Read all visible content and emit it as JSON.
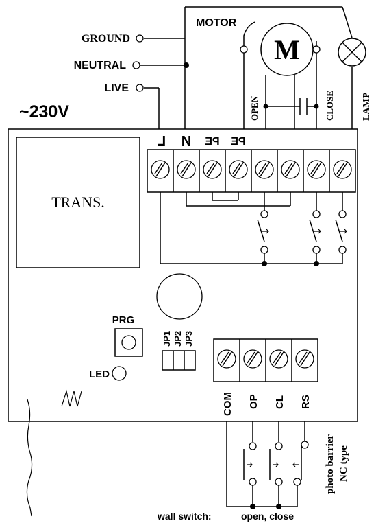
{
  "supply": {
    "voltage": "~230V",
    "ground": "GROUND",
    "neutral": "NEUTRAL",
    "live": "LIVE"
  },
  "motor": {
    "title": "MOTOR",
    "symbol": "M",
    "open": "OPEN",
    "close": "CLOSE"
  },
  "lamp": {
    "label": "LAMP"
  },
  "board": {
    "transformer": "TRANS.",
    "prg": "PRG",
    "led": "LED",
    "jumpers": [
      "JP1",
      "JP2",
      "JP3"
    ],
    "top_terminals": [
      "L",
      "N",
      "PE",
      "PE"
    ],
    "bottom_terminals": [
      "COM",
      "OP",
      "CL",
      "RS"
    ]
  },
  "notes": {
    "photo_barrier": "photo barrier",
    "nc_type": "NC type",
    "wall_switch": "wall switch:",
    "wall_switch_functions": "open, close"
  }
}
